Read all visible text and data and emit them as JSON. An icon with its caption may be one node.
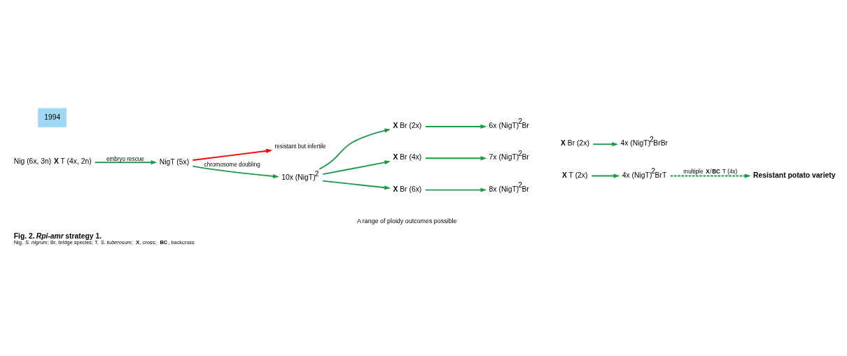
{
  "diagram": {
    "title": "Fig. 2. *Rpi-amr* strategy 1.",
    "caption": "Nig, *S. nigrum*; Br, bridge species; T, *S. tuberosum;* **X**, cross; **BC**, backcross",
    "nodes": [
      {
        "text": [
          "Nig (6x, 3n) **X** T (4x, 2n)"
        ]
      },
      {
        "text": [
          "1994"
        ]
      },
      {
        "text": [
          "NigT (5x)"
        ]
      },
      {
        "text": [
          "resistant but infertile"
        ]
      },
      {
        "text": [
          "10x (NigT)$^{2}$"
        ]
      },
      {
        "text": [
          "**X** Br (2x)"
        ]
      },
      {
        "text": [
          "6x (NigT)$^{2}$Br"
        ]
      },
      {
        "text": [
          "**X** Br (4x)"
        ]
      },
      {
        "text": [
          "7x (NigT)$^{2}$Br"
        ]
      },
      {
        "text": [
          "**X** Br (6x)"
        ]
      },
      {
        "text": [
          "8x (NigT)$^{2}$Br"
        ]
      },
      {
        "text": [
          "**X** Br (2x)"
        ]
      },
      {
        "text": [
          "**X** T (2x)"
        ]
      },
      {
        "text": [
          "4x (NigT)$^{2}$BrBr"
        ]
      },
      {
        "text": [
          "4x (NigT)$^{2}$BrT"
        ]
      },
      {
        "text": [
          "Resistant potato variety"
        ]
      }
    ],
    "edges": [
      {
        "from": 0,
        "to": 2,
        "arrow": "to",
        "label": "embryo rescue"
      },
      {
        "from": 2,
        "to": 3,
        "arrow": "to",
        "color": "#ff0000"
      },
      {
        "from": 2,
        "to": 4,
        "arrow": "to",
        "label": "chromosome doubling"
      },
      {
        "from": 4,
        "to": 5,
        "arrow": "to"
      },
      {
        "from": 4,
        "to": 7,
        "arrow": "to"
      },
      {
        "from": 4,
        "to": 9,
        "arrow": "to"
      },
      {
        "from": 5,
        "to": 6,
        "arrow": "to"
      },
      {
        "from": 7,
        "to": 8,
        "arrow": "to"
      },
      {
        "from": 9,
        "to": 10,
        "arrow": "to"
      },
      {
        "from": 11,
        "to": 13,
        "arrow": "to"
      },
      {
        "from": 12,
        "to": 14,
        "arrow": "to"
      },
      {
        "from": 14,
        "to": 15,
        "arrow": "to",
        "style": "dashed",
        "label": "multiple **X**/**BC** T (4x)"
      }
    ],
    "labels": [
      "A range of ploidy outcomes possible"
    ]
  }
}
